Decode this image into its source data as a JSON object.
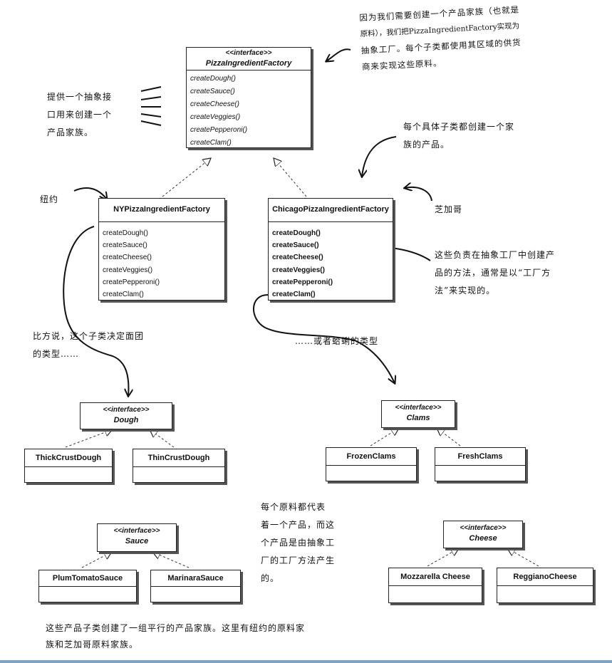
{
  "factory": {
    "stereotype": "<<interface>>",
    "name": "PizzaIngredientFactory",
    "methods": [
      "createDough()",
      "createSauce()",
      "createCheese()",
      "createVeggies()",
      "createPepperoni()",
      "createClam()"
    ]
  },
  "ny_factory": {
    "name": "NYPizzaIngredientFactory",
    "methods": [
      "createDough()",
      "createSauce()",
      "createCheese()",
      "createVeggies()",
      "createPepperoni()",
      "createClam()"
    ]
  },
  "chicago_factory": {
    "name": "ChicagoPizzaIngredientFactory",
    "methods": [
      "createDough()",
      "createSauce()",
      "createCheese()",
      "createVeggies()",
      "createPepperoni()",
      "createClam()"
    ]
  },
  "dough": {
    "stereotype": "<<interface>>",
    "name": "Dough",
    "impl1": "ThickCrustDough",
    "impl2": "ThinCrustDough"
  },
  "sauce": {
    "stereotype": "<<interface>>",
    "name": "Sauce",
    "impl1": "PlumTomatoSauce",
    "impl2": "MarinaraSauce"
  },
  "clams": {
    "stereotype": "<<interface>>",
    "name": "Clams",
    "impl1": "FrozenClams",
    "impl2": "FreshClams"
  },
  "cheese": {
    "stereotype": "<<interface>>",
    "name": "Cheese",
    "impl1": "Mozzarella Cheese",
    "impl2": "ReggianoCheese"
  },
  "notes": {
    "top_right": [
      "因为我们需要创建一个产品家族（也就是",
      "原料），我们把PizzaIngredientFactory实现为",
      "抽象工厂。每个子类都使用其区域的供货",
      "商来实现这些原料。"
    ],
    "left_abstract": [
      "提供一个抽象接",
      "口用来创建一个",
      "产品家族。"
    ],
    "each_subclass": [
      "每个具体子类都创建一个家",
      "族的产品。"
    ],
    "ny": "纽约",
    "chicago": "芝加哥",
    "factory_method": [
      "这些负责在抽象工厂中创建产",
      "品的方法，通常是以“工厂方",
      "法”来实现的。"
    ],
    "for_example": [
      "比方说，这个子类决定面团",
      "的类型……"
    ],
    "or_clams": "……或者蛤蜊的类型",
    "each_ingredient": [
      "每个原料都代表",
      "着一个产品，而这",
      "个产品是由抽象工",
      "厂的工厂方法产生",
      "的。"
    ],
    "bottom": [
      "这些产品子类创建了一组平行的产品家族。这里有纽约的原料家",
      "族和芝加哥原料家族。"
    ]
  }
}
